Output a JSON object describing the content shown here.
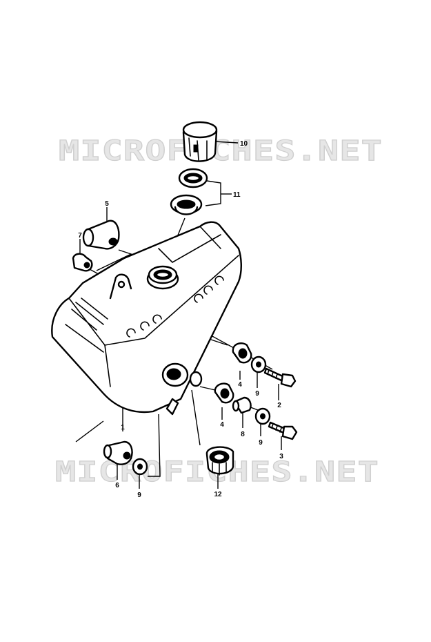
{
  "watermark": {
    "text": "MICROFICHES.NET"
  },
  "callouts": {
    "c1": "1",
    "c2": "2",
    "c3": "3",
    "c4a": "4",
    "c4b": "4",
    "c5": "5",
    "c6": "6",
    "c7": "7",
    "c8": "8",
    "c9a": "9",
    "c9b": "9",
    "c9c": "9",
    "c10": "10",
    "c11": "11",
    "c12": "12"
  }
}
